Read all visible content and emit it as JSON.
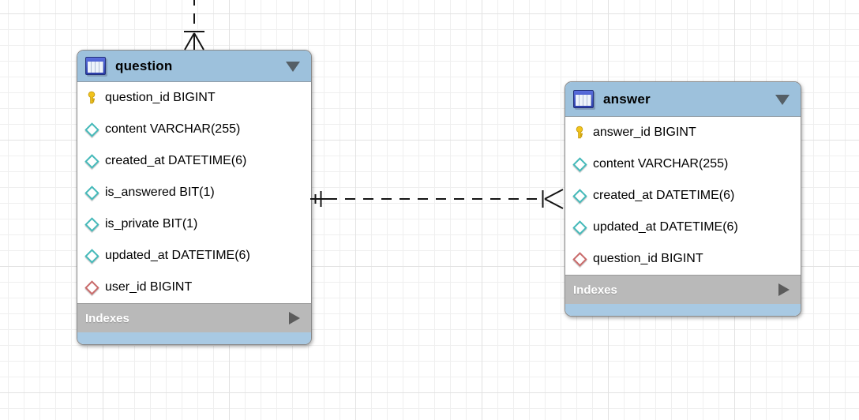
{
  "diagram": {
    "tables": [
      {
        "name": "question",
        "indexes_label": "Indexes",
        "columns": [
          {
            "label": "question_id BIGINT",
            "icon": "primary-key"
          },
          {
            "label": "content VARCHAR(255)",
            "icon": "column"
          },
          {
            "label": "created_at DATETIME(6)",
            "icon": "column"
          },
          {
            "label": "is_answered BIT(1)",
            "icon": "column"
          },
          {
            "label": "is_private BIT(1)",
            "icon": "column"
          },
          {
            "label": "updated_at DATETIME(6)",
            "icon": "column"
          },
          {
            "label": "user_id BIGINT",
            "icon": "foreign-key"
          }
        ]
      },
      {
        "name": "answer",
        "indexes_label": "Indexes",
        "columns": [
          {
            "label": "answer_id BIGINT",
            "icon": "primary-key"
          },
          {
            "label": "content VARCHAR(255)",
            "icon": "column"
          },
          {
            "label": "created_at DATETIME(6)",
            "icon": "column"
          },
          {
            "label": "updated_at DATETIME(6)",
            "icon": "column"
          },
          {
            "label": "question_id BIGINT",
            "icon": "foreign-key"
          }
        ]
      }
    ],
    "relationships": [
      {
        "from": "question",
        "to": "answer",
        "type": "one-to-many",
        "style": "dashed"
      },
      {
        "from": "offscreen-top",
        "to": "question",
        "type": "one-to-many",
        "style": "dashed"
      }
    ],
    "colors": {
      "header_bg": "#9dc1dc",
      "footer_bg": "#a8c9e3",
      "indexes_bg": "#b9b9b9",
      "indexes_text": "#ffffff",
      "table_border": "#8a8a8a",
      "primary_key_icon": "#f2c41c",
      "column_icon": "#45b9b9",
      "foreign_key_icon": "#c96a6a",
      "relationship_line": "#141414",
      "grid_minor": "#efefef",
      "grid_major": "#e2e2e2"
    }
  }
}
